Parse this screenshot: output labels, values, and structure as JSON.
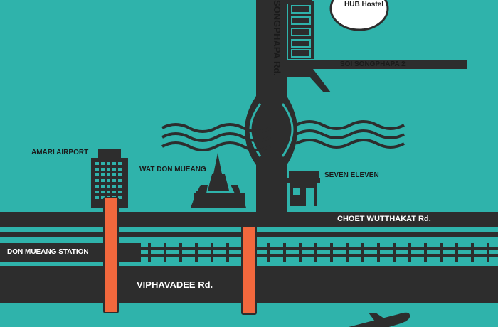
{
  "roads": {
    "songphapa": "SONGPHAPA Rd.",
    "soi_songphapa_2": "SOI SONGPHAPA 2",
    "choet_wutthakat": "CHOET WUTTHAKAT Rd.",
    "viphavadee": "VIPHAVADEE Rd."
  },
  "landmarks": {
    "amari_airport": "AMARI AIRPORT",
    "wat_don_mueang": "WAT DON MUEANG",
    "seven_eleven": "SEVEN ELEVEN",
    "don_mueang_station": "DON MUEANG STATION",
    "hostel_logo_text": "HUB Hostel"
  },
  "colors": {
    "background": "#2fb3ab",
    "road": "#2d2d2d",
    "walkway": "#f2683d"
  },
  "icons": [
    "hotel-building-icon",
    "temple-icon",
    "convenience-store-icon",
    "airplane-icon",
    "hostel-logo"
  ]
}
